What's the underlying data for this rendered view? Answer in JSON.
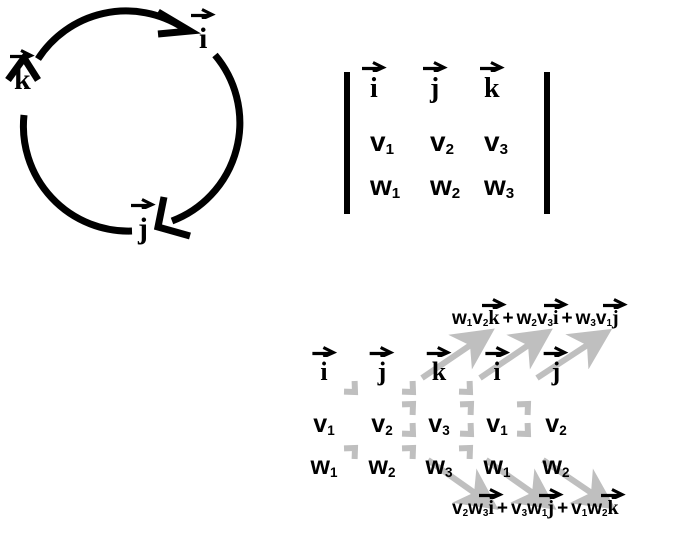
{
  "figure": {
    "background_color": "#ffffff",
    "ink_color": "#000000",
    "arrow_gray_color": "#bfbfbf"
  },
  "cycle_diagram": {
    "name": "ijk-cyclic-order-circle",
    "description": "Circular arrows showing the cyclic order of unit vectors",
    "labels": [
      {
        "letter": "k",
        "position": "left"
      },
      {
        "letter": "i",
        "position": "top-right"
      },
      {
        "letter": "j",
        "position": "bottom"
      }
    ],
    "arrow_count": 3,
    "direction": "clockwise"
  },
  "determinant": {
    "name": "cross-product-determinant",
    "left_bar": "|",
    "right_bar": "|",
    "rows": [
      [
        {
          "base": "i",
          "sub": "",
          "vector": true
        },
        {
          "base": "j",
          "sub": "",
          "vector": true
        },
        {
          "base": "k",
          "sub": "",
          "vector": true
        }
      ],
      [
        {
          "base": "v",
          "sub": "1",
          "vector": false
        },
        {
          "base": "v",
          "sub": "2",
          "vector": false
        },
        {
          "base": "v",
          "sub": "3",
          "vector": false
        }
      ],
      [
        {
          "base": "w",
          "sub": "1",
          "vector": false
        },
        {
          "base": "w",
          "sub": "2",
          "vector": false
        },
        {
          "base": "w",
          "sub": "3",
          "vector": false
        }
      ]
    ]
  },
  "sarrus": {
    "name": "sarrus-rule-expansion",
    "rows": [
      [
        {
          "base": "i",
          "sub": "",
          "vector": true
        },
        {
          "base": "j",
          "sub": "",
          "vector": true
        },
        {
          "base": "k",
          "sub": "",
          "vector": true
        },
        {
          "base": "i",
          "sub": "",
          "vector": true
        },
        {
          "base": "j",
          "sub": "",
          "vector": true
        }
      ],
      [
        {
          "base": "v",
          "sub": "1",
          "vector": false
        },
        {
          "base": "v",
          "sub": "2",
          "vector": false
        },
        {
          "base": "v",
          "sub": "3",
          "vector": false
        },
        {
          "base": "v",
          "sub": "1",
          "vector": false
        },
        {
          "base": "v",
          "sub": "2",
          "vector": false
        }
      ],
      [
        {
          "base": "w",
          "sub": "1",
          "vector": false
        },
        {
          "base": "w",
          "sub": "2",
          "vector": false
        },
        {
          "base": "w",
          "sub": "3",
          "vector": false
        },
        {
          "base": "w",
          "sub": "1",
          "vector": false
        },
        {
          "base": "w",
          "sub": "2",
          "vector": false
        }
      ]
    ],
    "formula_top": {
      "name": "upward-diagonal-products",
      "terms": [
        [
          {
            "base": "w",
            "sub": "1",
            "vector": false
          },
          {
            "base": "v",
            "sub": "2",
            "vector": false
          },
          {
            "base": "k",
            "sub": "",
            "vector": true
          }
        ],
        [
          {
            "base": "w",
            "sub": "2",
            "vector": false
          },
          {
            "base": "v",
            "sub": "3",
            "vector": false
          },
          {
            "base": "i",
            "sub": "",
            "vector": true
          }
        ],
        [
          {
            "base": "w",
            "sub": "3",
            "vector": false
          },
          {
            "base": "v",
            "sub": "1",
            "vector": false
          },
          {
            "base": "j",
            "sub": "",
            "vector": true
          }
        ]
      ],
      "separator": "+"
    },
    "formula_bottom": {
      "name": "downward-diagonal-products",
      "terms": [
        [
          {
            "base": "v",
            "sub": "2",
            "vector": false
          },
          {
            "base": "w",
            "sub": "3",
            "vector": false
          },
          {
            "base": "i",
            "sub": "",
            "vector": true
          }
        ],
        [
          {
            "base": "v",
            "sub": "3",
            "vector": false
          },
          {
            "base": "w",
            "sub": "1",
            "vector": false
          },
          {
            "base": "j",
            "sub": "",
            "vector": true
          }
        ],
        [
          {
            "base": "v",
            "sub": "1",
            "vector": false
          },
          {
            "base": "w",
            "sub": "2",
            "vector": false
          },
          {
            "base": "k",
            "sub": "",
            "vector": true
          }
        ]
      ],
      "separator": "+"
    }
  }
}
